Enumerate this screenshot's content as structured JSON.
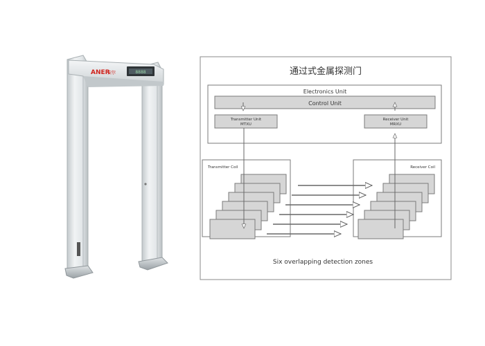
{
  "product": {
    "brand": "ANER",
    "brand_cn": "安尔",
    "display_text": "8888"
  },
  "diagram": {
    "title": "通过式金属探测门",
    "electronics_unit": "Electronics Unit",
    "control_unit": "Control Unit",
    "transmitter_unit": {
      "line1": "Transmitter Unit",
      "line2": "MTXU"
    },
    "receiver_unit": {
      "line1": "Receiver Unit",
      "line2": "MRXU"
    },
    "transmitter_coil": "Transmitter Coil",
    "receiver_coil": "Receiver Coil",
    "caption": "Six overlapping detection zones",
    "zone_count": 6
  },
  "colors": {
    "frame_light": "#eef1f2",
    "frame_shade": "#c9ced1",
    "brand_red": "#d0251e",
    "panel_fill": "#d6d6d6",
    "stroke": "#7a7a7a"
  }
}
